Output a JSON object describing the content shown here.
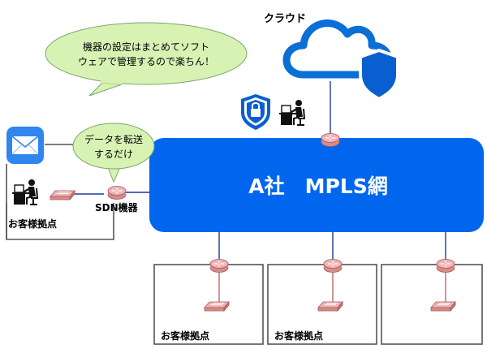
{
  "cloud_label": "クラウド",
  "mpls_label": "A社　MPLS網",
  "sdn_label": "SDN機器",
  "site_labels": [
    "お客様拠点",
    "お客様拠点",
    "お客様拠点"
  ],
  "callout_main": {
    "line1": "機器の設定はまとめてソフト",
    "line2": "ウェアで管理するので楽ちん！"
  },
  "callout_sdn": {
    "line1": "データを転送",
    "line2": "するだけ"
  },
  "colors": {
    "mpls_blue": "#0066ee",
    "cloud_blue": "#0a6fd6",
    "shield_blue": "#0a5fd0",
    "callout_green": "#d8f2b4",
    "router_pink": "#e9a3a3",
    "line": "#1a3a99"
  },
  "icons": [
    "cloud-icon",
    "shield-icon",
    "lock-shield-icon",
    "worker-icon",
    "mail-icon",
    "router-icon",
    "switch-icon"
  ]
}
